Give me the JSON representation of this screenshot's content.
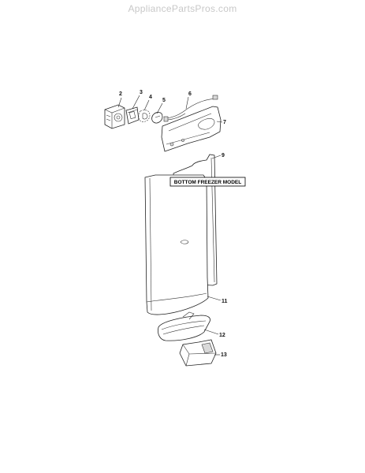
{
  "watermark": {
    "text": "AppliancePartsPros.com"
  },
  "diagram": {
    "model_label": "BOTTOM FREEZER MODEL",
    "callouts": {
      "c2": "2",
      "c3": "3",
      "c4": "4",
      "c5": "5",
      "c6": "6",
      "c7": "7",
      "c9": "9",
      "c11": "11",
      "c12": "12",
      "c13": "13"
    }
  }
}
